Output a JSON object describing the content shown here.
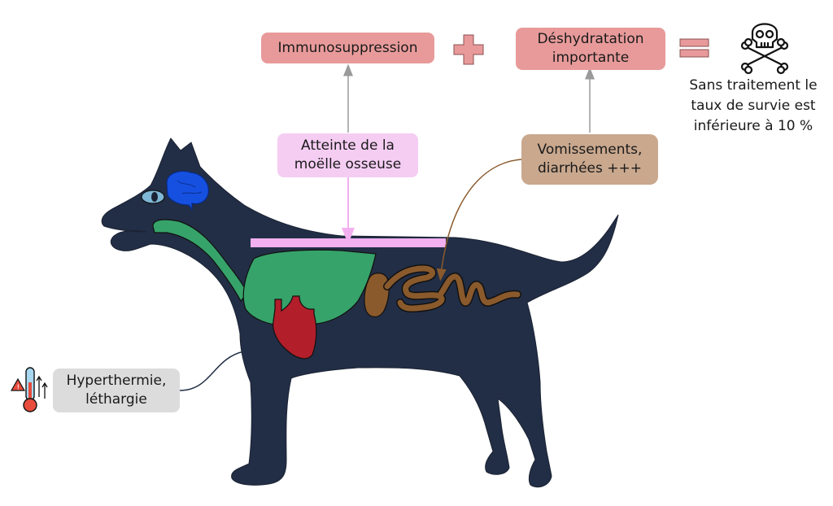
{
  "colors": {
    "outcome_box": "#e89a9a",
    "marrow_box": "#f5cdf3",
    "marrow_bar": "#f2b0f0",
    "digestive_box": "#c9a88e",
    "fever_box": "#dcdcdc",
    "dog_body": "#222e45",
    "brain": "#1550e0",
    "lungs": "#36a36a",
    "heart": "#b21e2a",
    "intestine": "#8a5a2c",
    "arrow_gray": "#9a9a9a",
    "arrow_brown": "#8a5a2c",
    "arrow_pink": "#f2b0f0"
  },
  "outcome": {
    "immunosuppression": "Immunosuppression",
    "plus_operator": "+",
    "dehydration": "Déshydratation\nimportante",
    "equals_operator": "=",
    "death_icon": "skull-crossbones",
    "result_text": "Sans traitement le\ntaux de survie est\ninférieure à 10 %"
  },
  "symptoms": {
    "bone_marrow": "Atteinte de la\nmoëlle osseuse",
    "digestive": "Vomissements,\ndiarrhées +++",
    "fever": "Hyperthermie,\nléthargie",
    "fever_icon": "thermometer-warning"
  }
}
